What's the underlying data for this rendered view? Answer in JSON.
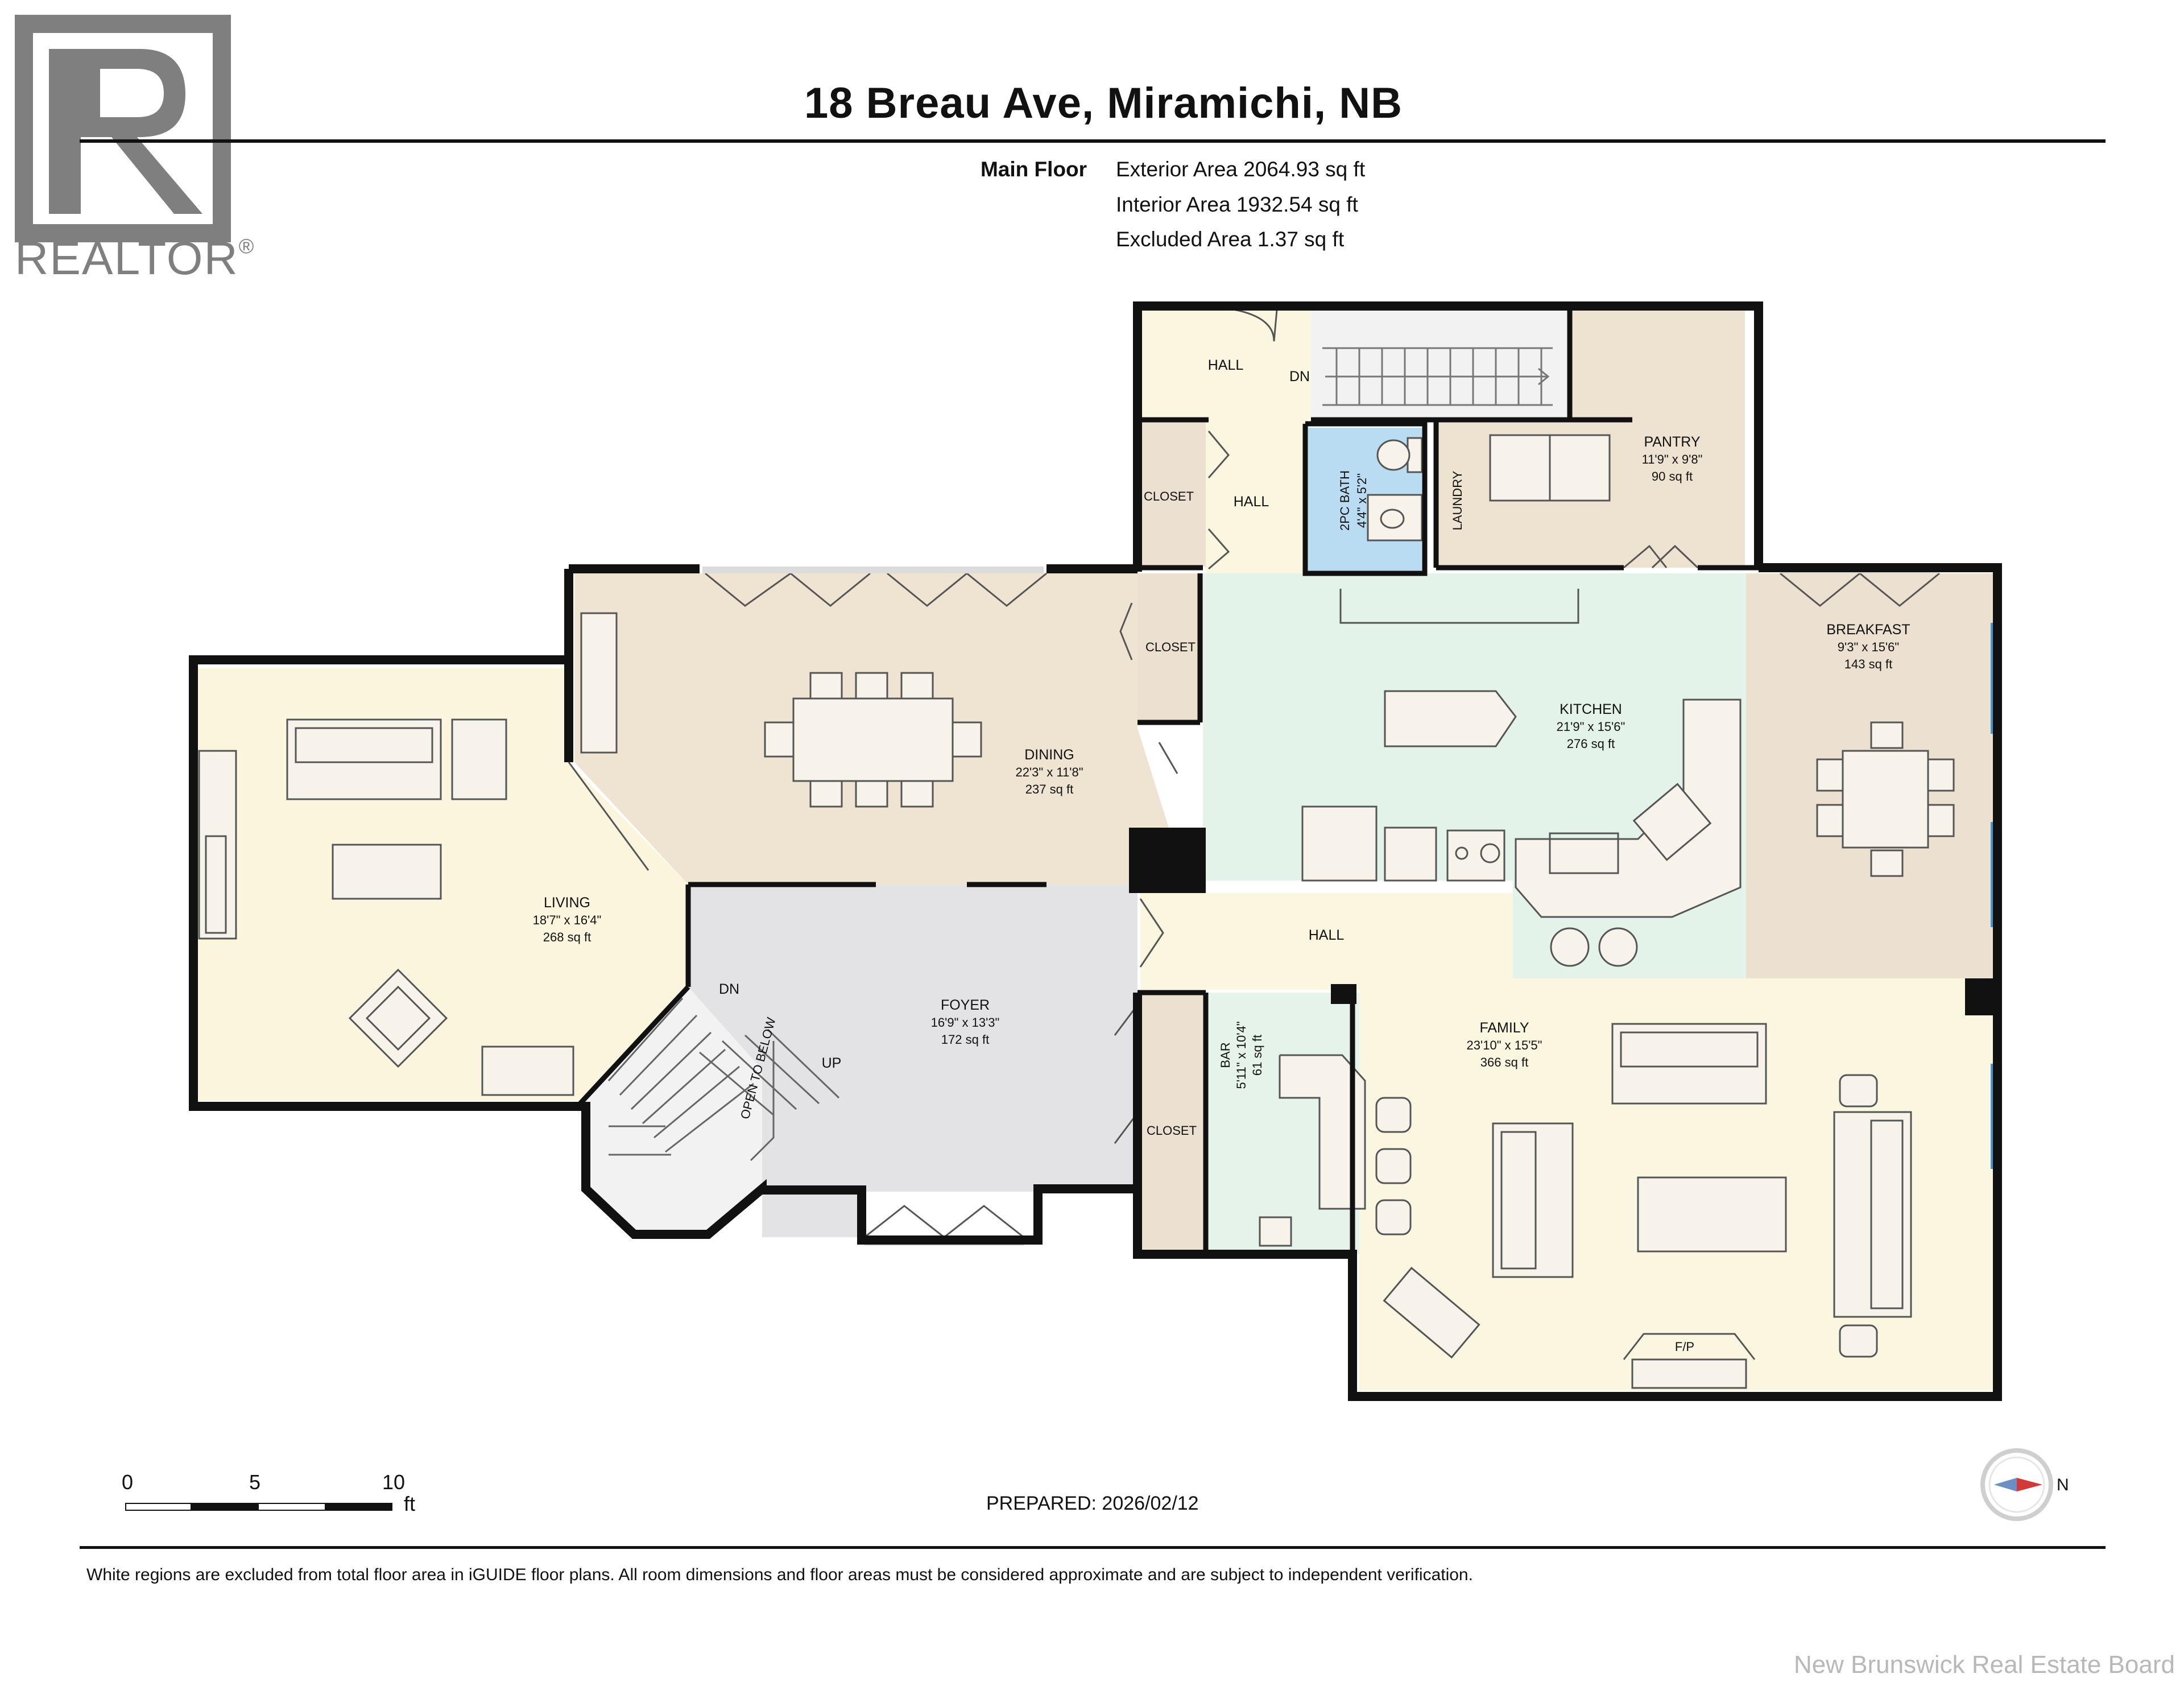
{
  "header": {
    "logo_text": "REALTOR",
    "logo_mark": "®",
    "address": "18 Breau Ave, Miramichi, NB",
    "floor": "Main Floor",
    "exterior_area": "Exterior Area 2064.93 sq ft",
    "interior_area": "Interior Area 1932.54 sq ft",
    "excluded_area": "Excluded Area 1.37 sq ft"
  },
  "rooms": {
    "hall_top": {
      "name": "HALL"
    },
    "hall_stair_dn": {
      "name": "DN"
    },
    "pantry": {
      "name": "PANTRY",
      "dims": "11'9\" x 9'8\"",
      "area": "90 sq ft"
    },
    "closet_1": {
      "name": "CLOSET"
    },
    "hall_mid": {
      "name": "HALL"
    },
    "bath": {
      "name": "2PC BATH",
      "dims": "4'4\" x 5'2\""
    },
    "laundry": {
      "name": "LAUNDRY"
    },
    "closet_2": {
      "name": "CLOSET"
    },
    "breakfast": {
      "name": "BREAKFAST",
      "dims": "9'3\" x 15'6\"",
      "area": "143 sq ft"
    },
    "kitchen": {
      "name": "KITCHEN",
      "dims": "21'9\" x 15'6\"",
      "area": "276 sq ft"
    },
    "dining": {
      "name": "DINING",
      "dims": "22'3\" x 11'8\"",
      "area": "237 sq ft"
    },
    "living": {
      "name": "LIVING",
      "dims": "18'7\" x 16'4\"",
      "area": "268 sq ft"
    },
    "hall_center": {
      "name": "HALL"
    },
    "foyer": {
      "name": "FOYER",
      "dims": "16'9\" x 13'3\"",
      "area": "172 sq ft"
    },
    "stairs_dn": {
      "name": "DN"
    },
    "stairs_up": {
      "name": "UP"
    },
    "open_below": {
      "name": "OPEN TO BELOW"
    },
    "bar": {
      "name": "BAR",
      "dims": "5'11\" x 10'4\"",
      "area": "61 sq ft"
    },
    "closet_3": {
      "name": "CLOSET"
    },
    "family": {
      "name": "FAMILY",
      "dims": "23'10\" x 15'5\"",
      "area": "366 sq ft"
    },
    "fireplace": {
      "name": "F/P"
    }
  },
  "colors": {
    "wall": "#111111",
    "hall": "#fbf6df",
    "pantry": "#eee3d1",
    "bath": "#b9dcf2",
    "kitchen": "#e4f3ea",
    "breakfast": "#ece0d0",
    "dining": "#efe3d2",
    "living": "#fbf5dd",
    "foyer": "#e3e3e5",
    "bar": "#e6f3ea",
    "family": "#fbf6df",
    "window": "#4a94c8"
  },
  "scale": {
    "ticks": [
      "0",
      "5",
      "10"
    ],
    "unit": "ft"
  },
  "prepared": "PREPARED: 2026/02/12",
  "compass": {
    "label": "N"
  },
  "disclaimer": "White regions are excluded from total floor area in iGUIDE floor plans. All room dimensions and floor areas must be considered approximate and are subject to independent verification.",
  "board": "New Brunswick Real Estate Board"
}
